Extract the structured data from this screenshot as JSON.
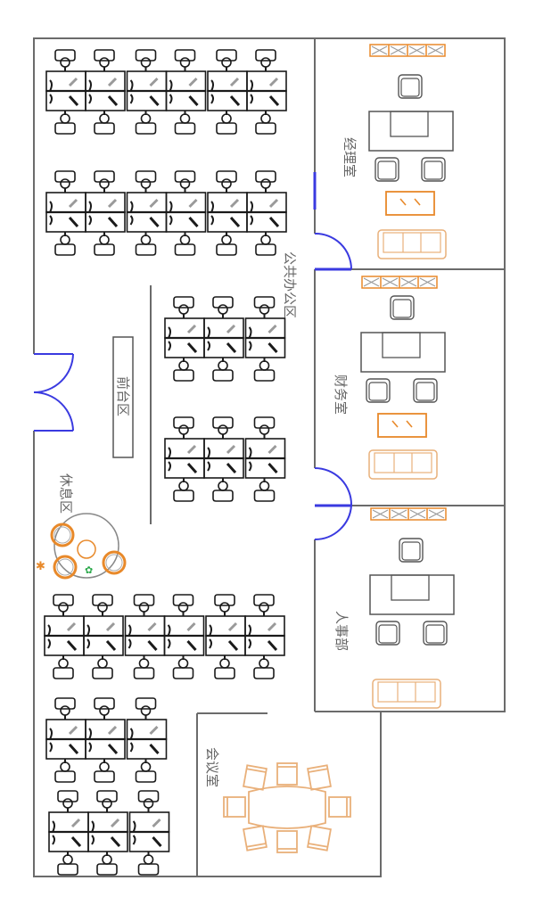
{
  "title": "Office floor plan",
  "rooms": {
    "manager": {
      "label": "经理室"
    },
    "finance": {
      "label": "财务室"
    },
    "hr": {
      "label": "人事部"
    },
    "meeting": {
      "label": "会议室"
    },
    "public_office": {
      "label": "公共办公区"
    },
    "reception": {
      "label": "前台区"
    },
    "lounge": {
      "label": "休息区"
    }
  },
  "workstation_groups": [
    {
      "name": "top-row-1",
      "pods": 6
    },
    {
      "name": "top-row-2",
      "pods": 6
    },
    {
      "name": "middle-row-1",
      "pods": 3
    },
    {
      "name": "middle-row-2",
      "pods": 3
    },
    {
      "name": "lower-row-1",
      "pods": 6
    },
    {
      "name": "bottom-row-1",
      "pods": 3
    },
    {
      "name": "bottom-row-2",
      "pods": 3
    }
  ],
  "meeting_chairs": 8,
  "colors": {
    "wall": "#6b6b6b",
    "door": "#3a3ae0",
    "furniture_accent": "#e8892a",
    "furniture_light": "#e9b07a",
    "workstation": "#1a1a1a"
  }
}
